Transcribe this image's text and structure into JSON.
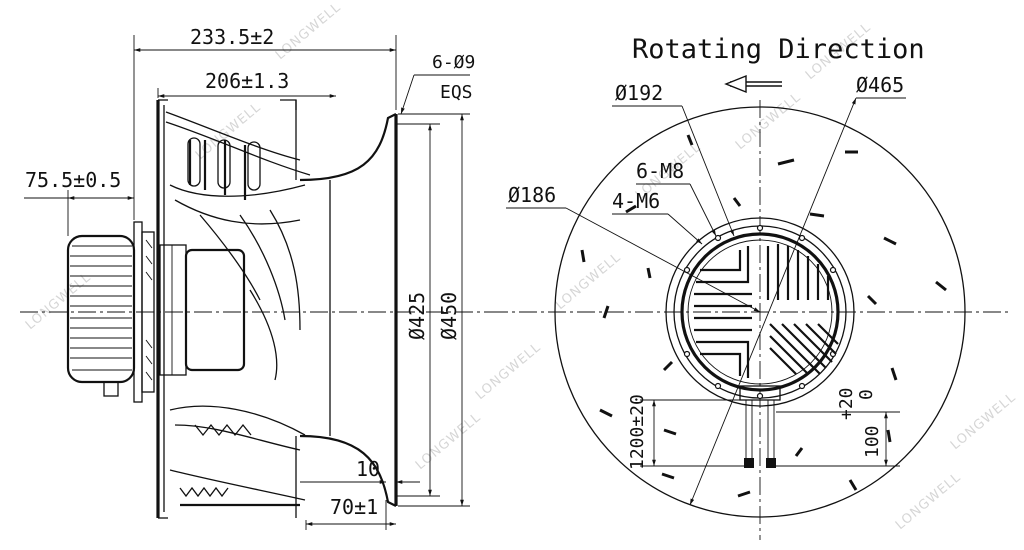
{
  "side_view": {
    "dim_overall_width": "233.5±2",
    "dim_impeller_width": "206±1.3",
    "dim_motor_offset": "75.5±0.5",
    "dim_holes": "6-Ø9",
    "dim_holes_note": "EQS",
    "dim_diameter_inner": "Ø425",
    "dim_diameter_outer": "Ø450",
    "dim_flange": "10",
    "dim_inlet_depth": "70±1"
  },
  "front_view": {
    "title": "Rotating Direction",
    "rotation_arrow": "arrow-left-icon",
    "dim_bolt_circle": "Ø192",
    "dim_impeller_diameter": "Ø465",
    "dim_threads_m8": "6-M8",
    "dim_threads_m6": "4-M6",
    "dim_hub": "Ø186",
    "dim_cable_length": "1200±20",
    "dim_cable_tail": "100",
    "dim_cable_tol_upper": "+20",
    "dim_cable_tol_lower": "0"
  },
  "watermark": "LONGWELL"
}
